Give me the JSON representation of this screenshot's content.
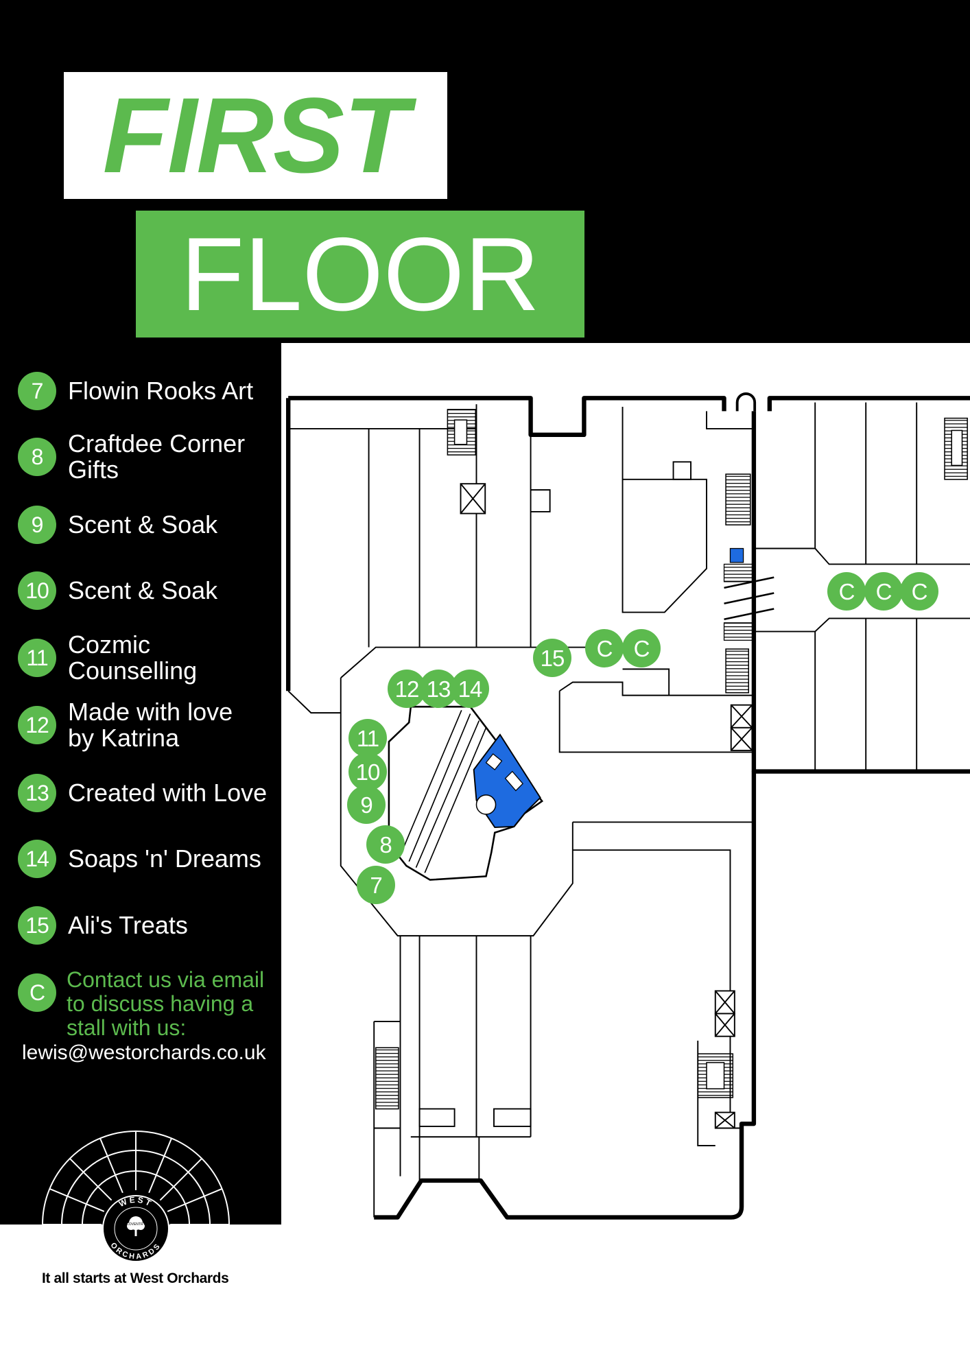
{
  "colors": {
    "green": "#5cba4e",
    "black": "#000000",
    "white": "#ffffff",
    "stair_blue": "#1e6be0"
  },
  "title": {
    "line1": "FIRST",
    "line2": "FLOOR"
  },
  "legend": {
    "items": [
      {
        "marker": "7",
        "lines": [
          "Flowin Rooks Art"
        ]
      },
      {
        "marker": "8",
        "lines": [
          "Craftdee Corner",
          "Gifts"
        ]
      },
      {
        "marker": "9",
        "lines": [
          "Scent & Soak"
        ]
      },
      {
        "marker": "10",
        "lines": [
          "Scent & Soak"
        ]
      },
      {
        "marker": "11",
        "lines": [
          "Cozmic",
          "Counselling"
        ]
      },
      {
        "marker": "12",
        "lines": [
          "Made with love",
          "by Katrina"
        ]
      },
      {
        "marker": "13",
        "lines": [
          "Created with Love"
        ]
      },
      {
        "marker": "14",
        "lines": [
          "Soaps 'n' Dreams"
        ]
      },
      {
        "marker": "15",
        "lines": [
          "Ali's Treats"
        ]
      }
    ],
    "contact": {
      "marker": "C",
      "lines": [
        "Contact us via email",
        "to discuss having a",
        "stall with us:"
      ],
      "email": "lewis@westorchards.co.uk"
    }
  },
  "map": {
    "markers": [
      "15",
      "C",
      "C",
      "C",
      "C",
      "C",
      "12",
      "13",
      "14",
      "11",
      "10",
      "9",
      "8",
      "7"
    ],
    "icons": [
      "stairs-icon",
      "lift-icon",
      "escalator-icon"
    ]
  },
  "logo": {
    "top_text": "WEST",
    "bottom_text": "ORCHARDS",
    "center_text": "COVENTRY",
    "tagline": "It all starts at West Orchards"
  }
}
